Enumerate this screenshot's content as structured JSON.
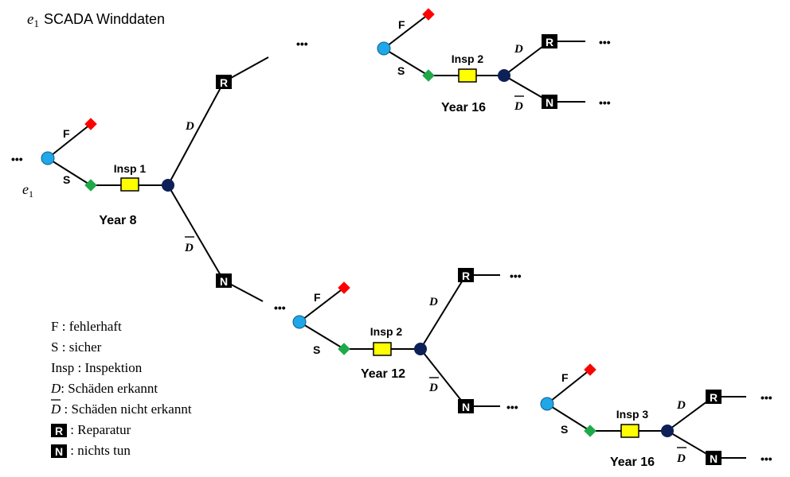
{
  "title": {
    "var": "e",
    "sub": "1",
    "text": "SCADA Winddaten"
  },
  "start_label": {
    "var": "e",
    "sub": "1"
  },
  "ellipsis": "•••",
  "branches": {
    "F": "F",
    "S": "S",
    "D": "D",
    "Dbar": "D"
  },
  "boxes": {
    "R": "R",
    "N": "N"
  },
  "trees": [
    {
      "insp": "Insp 1",
      "year": "Year 8"
    },
    {
      "insp": "Insp 2",
      "year": "Year 16"
    },
    {
      "insp": "Insp 2",
      "year": "Year 12"
    },
    {
      "insp": "Insp 3",
      "year": "Year 16"
    }
  ],
  "legend": [
    {
      "key": "F",
      "sep": " : ",
      "text": "fehlerhaft"
    },
    {
      "key": "S",
      "sep": " : ",
      "text": "sicher"
    },
    {
      "key": "Insp",
      "sep": " : ",
      "text": "Inspektion"
    },
    {
      "key": "D",
      "sep": ": ",
      "text": "Schäden erkannt"
    },
    {
      "key": "D",
      "sep": " : ",
      "text": "Schäden nicht erkannt"
    },
    {
      "key": "R",
      "sep": " : ",
      "text": "Reparatur"
    },
    {
      "key": "N",
      "sep": " : ",
      "text": "nichts tun"
    }
  ],
  "colors": {
    "failure_node": "#ff0000",
    "safe_node": "#1faa4a",
    "chance_node": "#1fa7e8",
    "decision_node": "#0d2057",
    "inspection_box": "#ffff00",
    "action_box": "#000000"
  }
}
